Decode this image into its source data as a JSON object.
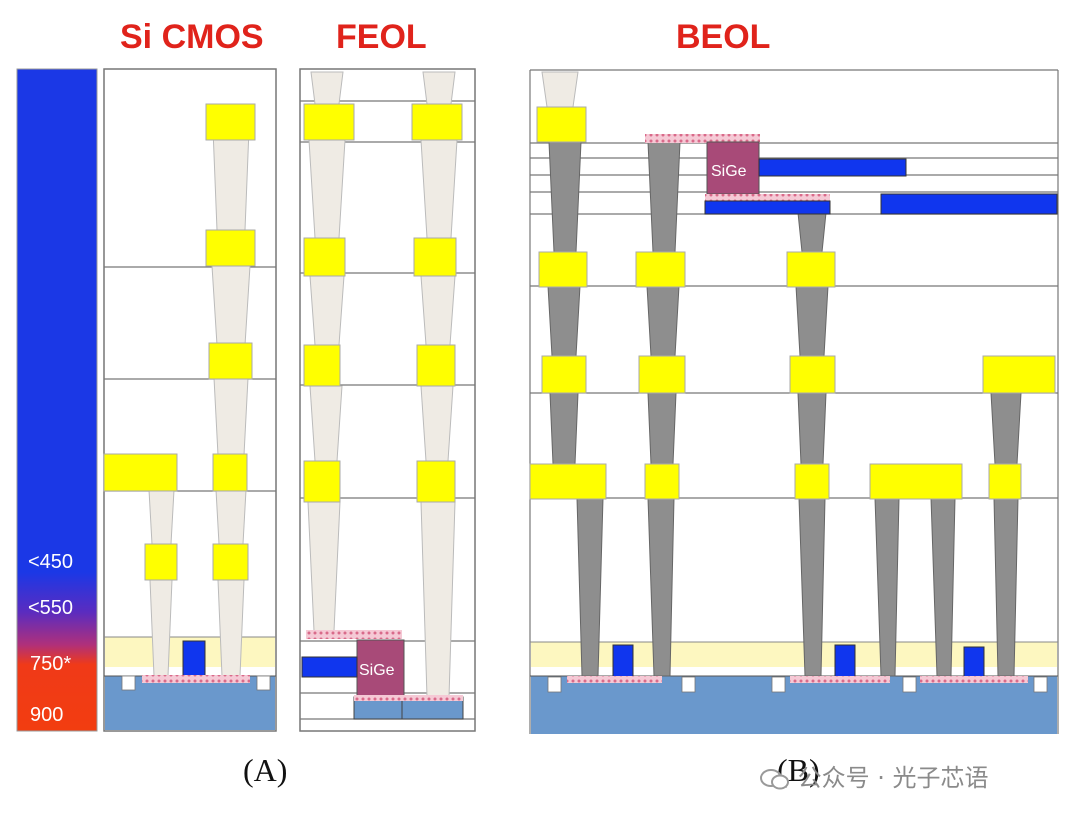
{
  "headings": {
    "si_cmos": "Si CMOS",
    "feol": "FEOL",
    "beol": "BEOL"
  },
  "temperature_bar": {
    "labels": [
      "<450",
      "<550",
      "750*",
      "900"
    ],
    "colors": {
      "low": "#1530e8",
      "mid": "#7a2aa8",
      "high": "#f03010"
    }
  },
  "materials": {
    "sige": "SiGe"
  },
  "figure_labels": {
    "a": "(A)",
    "b": "(B)"
  },
  "watermark": "公众号 · 光子芯语",
  "colors": {
    "metal": "#ffff00",
    "via_grey": "#8e8e8e",
    "via_light": "#efebe4",
    "substrate": "#6a98cc",
    "liner": "#fdf7c0",
    "sige": "#a84a78",
    "blue_layer": "#1036ee"
  }
}
